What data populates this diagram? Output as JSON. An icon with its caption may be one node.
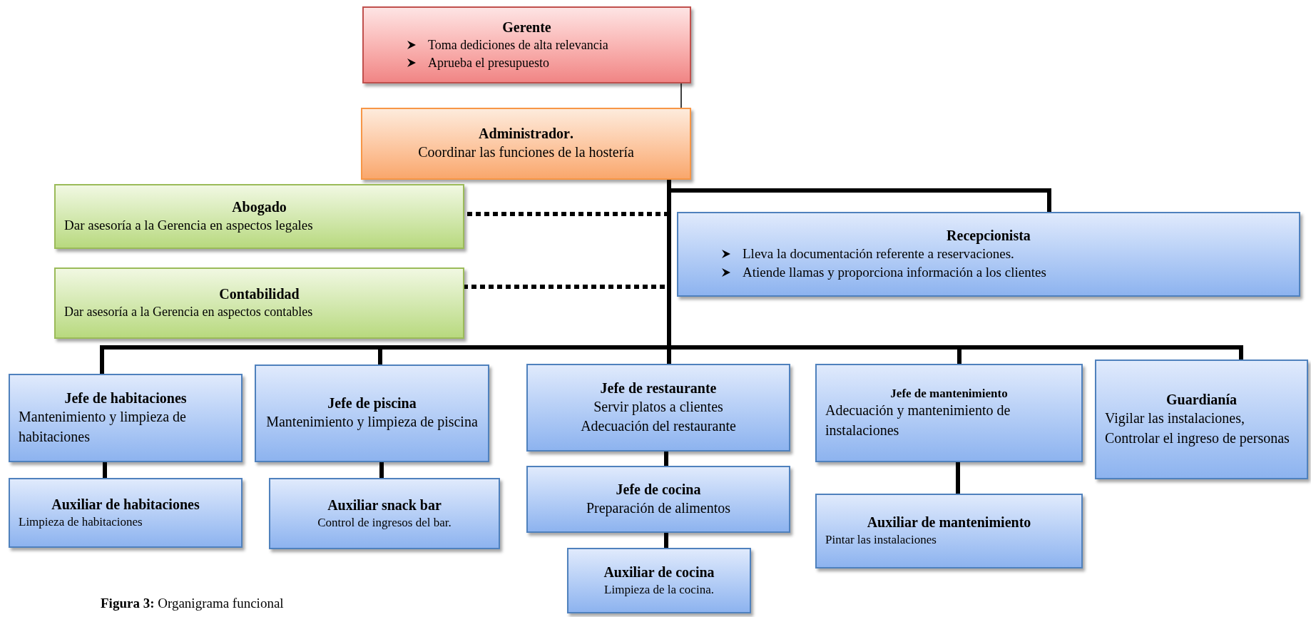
{
  "diagram": {
    "caption": "**Figura 3:** Organigrama funcional",
    "nodes": [
      {
        "text": [
          "Gerente",
          "Toma dediciones de alta relevancia",
          "Aprueba el presupuesto"
        ]
      },
      {
        "text": [
          "**Administrador**.",
          "Coordinar las funciones de la hostería"
        ]
      },
      {
        "text": [
          "Abogado",
          "Dar asesoría a la Gerencia en aspectos legales"
        ]
      },
      {
        "text": [
          "Recepcionista",
          "Lleva la documentación referente a reservaciones.",
          "Atiende llamas y proporciona información a los clientes"
        ]
      },
      {
        "text": [
          "Contabilidad",
          "Dar asesoría a la Gerencia en aspectos contables"
        ]
      },
      {
        "text": [
          "Jefe de habitaciones",
          "Mantenimiento y limpieza de habitaciones"
        ]
      },
      {
        "text": [
          "Jefe de piscina",
          "Mantenimiento y limpieza de piscina"
        ]
      },
      {
        "text": [
          "Jefe de restaurante",
          "Servir platos a clientes",
          "Adecuación del restaurante"
        ]
      },
      {
        "text": [
          "Jefe de mantenimiento",
          "Adecuación y mantenimiento de instalaciones"
        ]
      },
      {
        "text": [
          "Guardianía",
          "Vigilar las instalaciones, Controlar el ingreso de personas"
        ]
      },
      {
        "text": [
          "Auxiliar de habitaciones",
          "Limpieza de habitaciones"
        ]
      },
      {
        "text": [
          "Auxiliar snack bar",
          "Control de ingresos del bar."
        ]
      },
      {
        "text": [
          "Jefe de cocina",
          "Preparación de alimentos"
        ]
      },
      {
        "text": [
          "Auxiliar de cocina",
          "Limpieza de la cocina."
        ]
      },
      {
        "text": [
          "Auxiliar  de mantenimiento",
          "Pintar las instalaciones"
        ]
      }
    ],
    "edges": [
      {
        "from": 0,
        "to": 1,
        "arrow": "none"
      },
      {
        "from": 1,
        "to": 2,
        "arrow": "none",
        "style": "dashed"
      },
      {
        "from": 1,
        "to": 4,
        "arrow": "none",
        "style": "dashed"
      },
      {
        "from": 1,
        "to": 3,
        "arrow": "none"
      },
      {
        "from": 1,
        "to": 5,
        "arrow": "none"
      },
      {
        "from": 1,
        "to": 6,
        "arrow": "none"
      },
      {
        "from": 1,
        "to": 7,
        "arrow": "none"
      },
      {
        "from": 1,
        "to": 8,
        "arrow": "none"
      },
      {
        "from": 1,
        "to": 9,
        "arrow": "none"
      },
      {
        "from": 5,
        "to": 10,
        "arrow": "none"
      },
      {
        "from": 6,
        "to": 11,
        "arrow": "none"
      },
      {
        "from": 7,
        "to": 12,
        "arrow": "none"
      },
      {
        "from": 12,
        "to": 13,
        "arrow": "none"
      },
      {
        "from": 8,
        "to": 14,
        "arrow": "none"
      }
    ]
  }
}
